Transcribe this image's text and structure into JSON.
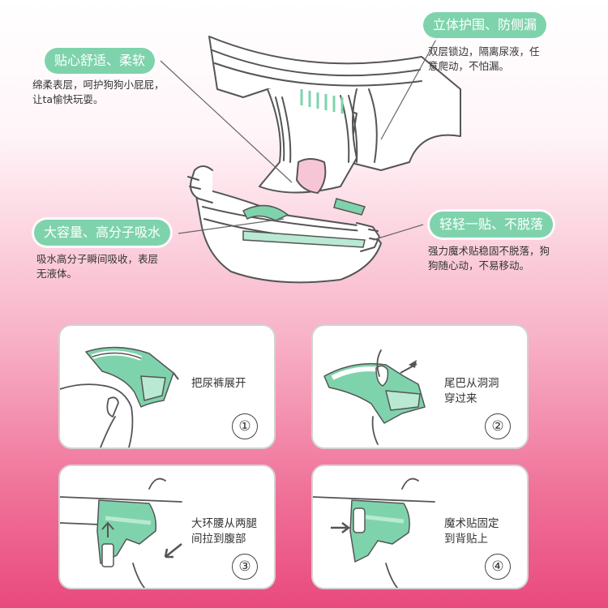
{
  "colors": {
    "accent_green": "#7fd3ac",
    "outline": "#555555",
    "pink_bottom": "#e94a7e",
    "card_border": "#d2d2d2"
  },
  "features": [
    {
      "title": "贴心舒适、柔软",
      "desc": "绵柔表层，呵护狗狗小屁屁，\n让ta愉快玩耍。"
    },
    {
      "title": "立体护围、防侧漏",
      "desc": "双层锁边，隔离尿液，任\n意爬动，不怕漏。"
    },
    {
      "title": "大容量、高分子吸水",
      "desc": "吸水高分子瞬间吸收，表层\n无液体。"
    },
    {
      "title": "轻轻一贴、不脱落",
      "desc": "强力魔术贴稳固不脱落，狗\n狗随心动，不易移动。"
    }
  ],
  "steps": [
    {
      "text": "把尿裤展开",
      "num": "①"
    },
    {
      "text": "尾巴从洞洞\n穿过来",
      "num": "②"
    },
    {
      "text": "大环腰从两腿\n间拉到腹部",
      "num": "③"
    },
    {
      "text": "魔术贴固定\n到背贴上",
      "num": "④"
    }
  ],
  "icons": [
    "diaper-illustration",
    "arrow-icon",
    "dog-illustration"
  ]
}
